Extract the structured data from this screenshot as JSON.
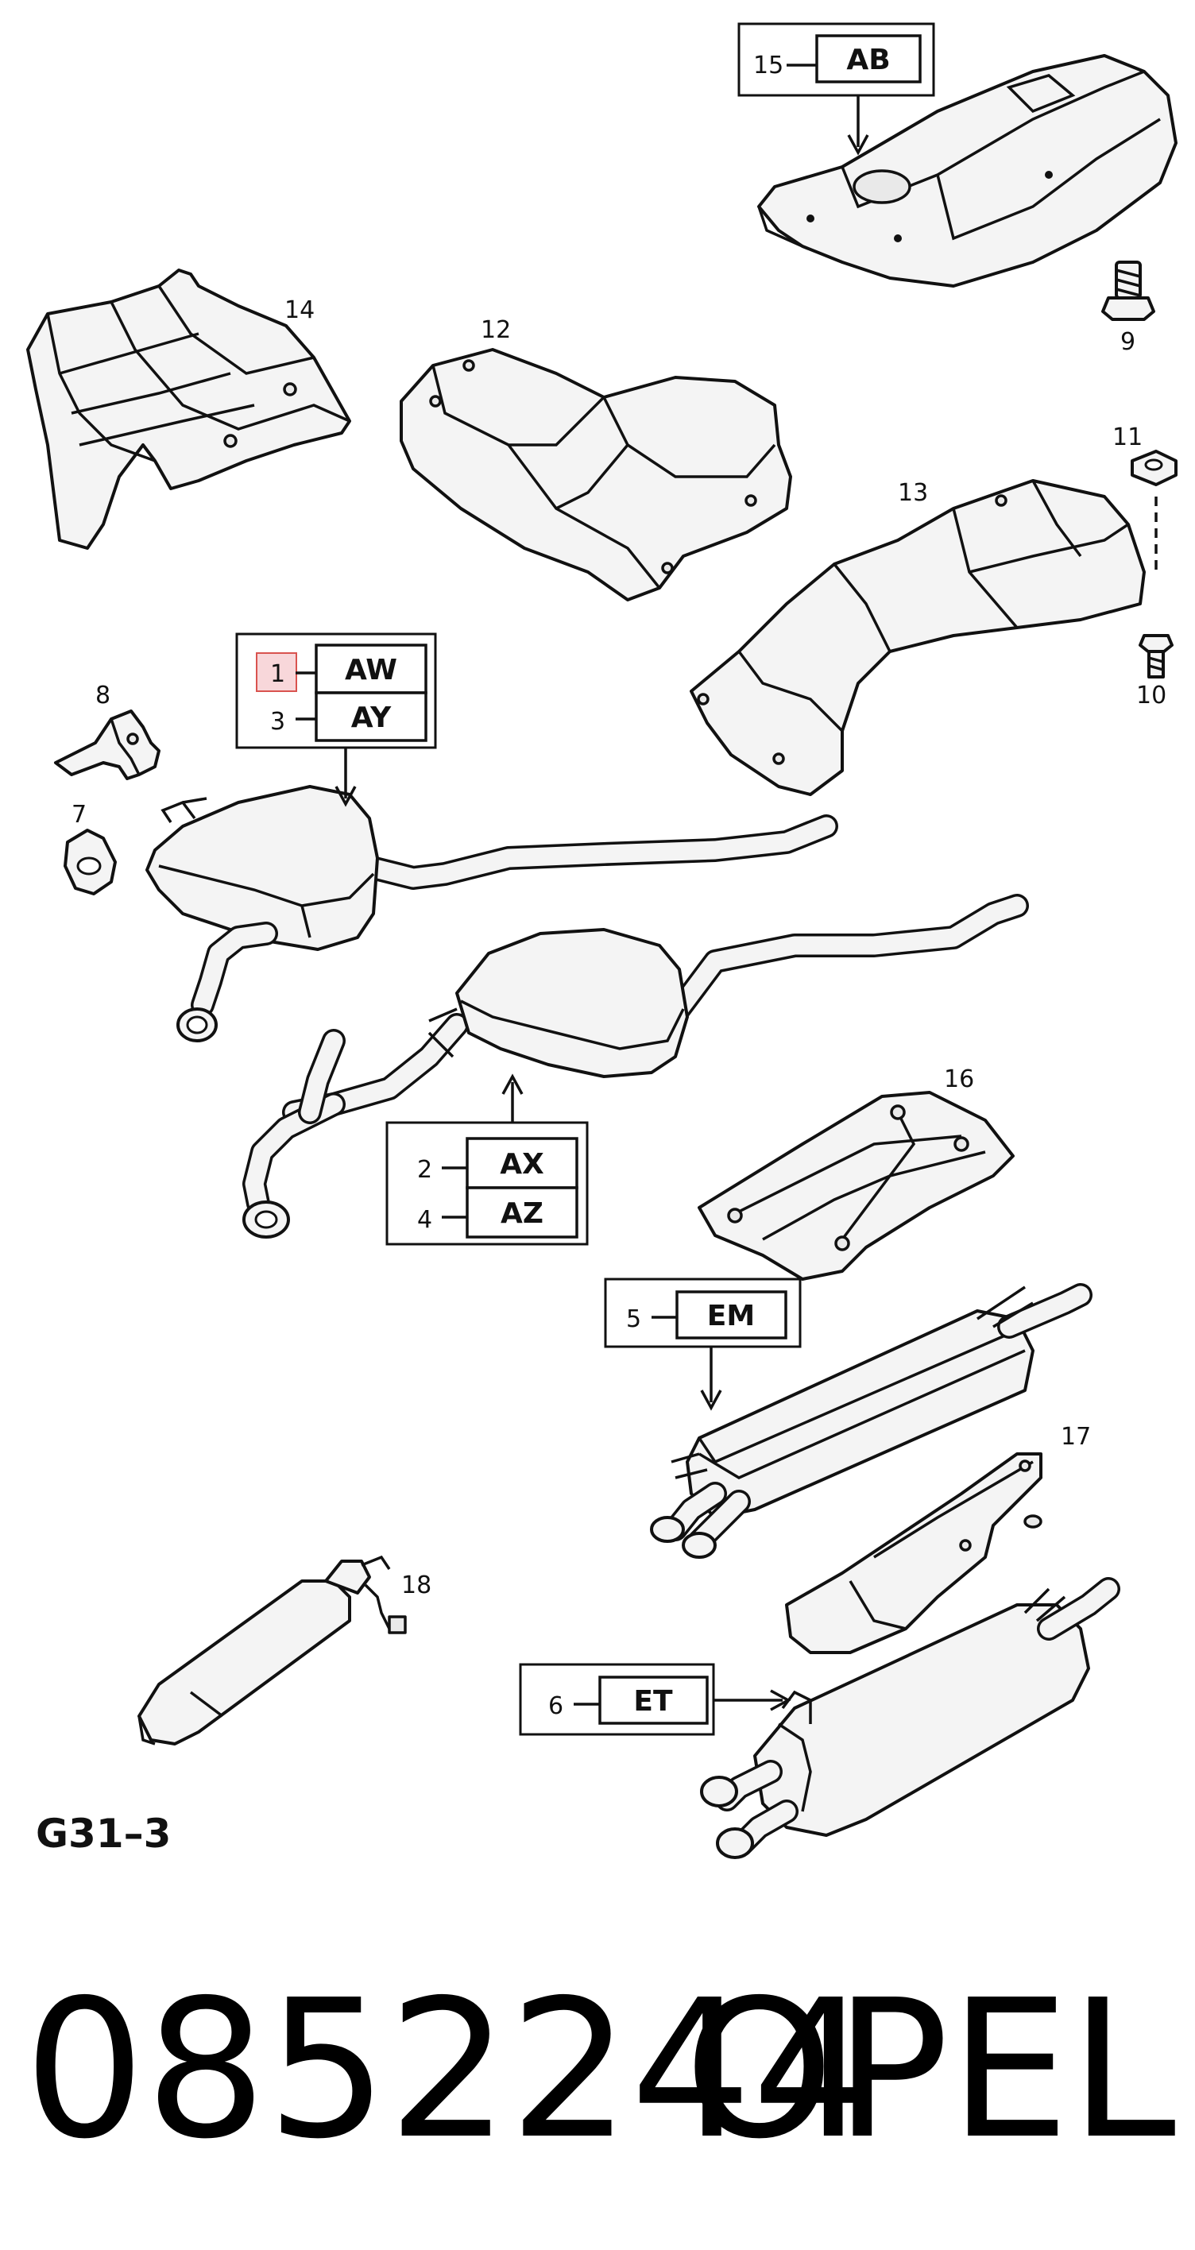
{
  "part_numbers": {
    "n1": "1",
    "n2": "2",
    "n3": "3",
    "n4": "4",
    "n5": "5",
    "n6": "6",
    "n7": "7",
    "n8": "8",
    "n9": "9",
    "n10": "10",
    "n11": "11",
    "n12": "12",
    "n13": "13",
    "n14": "14",
    "n15": "15",
    "n16": "16",
    "n17": "17",
    "n18": "18"
  },
  "codes": {
    "c15": "AB",
    "c1": "AW",
    "c3": "AY",
    "c2": "AX",
    "c4": "AZ",
    "c5": "EM",
    "c6": "ET"
  },
  "figure_code": "G31–3",
  "catalog_number": "0852244",
  "brand": "OPEL"
}
